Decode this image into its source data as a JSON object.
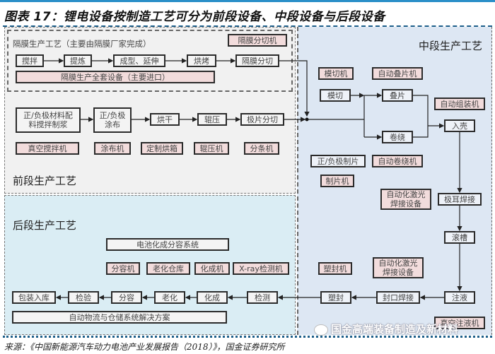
{
  "title": "图表 17：锂电设备按制造工艺可分为前段设备、中段设备与后段设备",
  "source": "来源：《中国新能源汽车动力电池产业发展报告（2018）》，国金证券研究所",
  "watermark": "国金高端装备制造及新材料",
  "colors": {
    "accent": "#2a8fc8",
    "equipment_fill": "#f2dcdc",
    "middle_bg": "#dde7f3",
    "back_bg": "#daedf4",
    "front_bg": "#f1f1f1"
  },
  "separator": {
    "label": "隔膜生产工艺（主要由隔膜厂家完成）",
    "equipment_top": "隔膜分切机",
    "steps": [
      "搅拌",
      "提炼",
      "成型、延伸",
      "烘烤",
      "隔膜分切"
    ],
    "equipment_bottom": "隔膜生产全套设备（主要进口）"
  },
  "front": {
    "label": "前段生产工艺",
    "steps": [
      "正/负极材料配料搅拌制浆",
      "正/负极涂布",
      "烘干",
      "辊压",
      "极片分切"
    ],
    "equipment": [
      "真空搅拌机",
      "涂布机",
      "定制烘箱",
      "辊压机",
      "分条机"
    ]
  },
  "middle": {
    "label": "中段生产工艺",
    "steps": {
      "die_cut": "模切",
      "stack": "叠片",
      "wind": "卷绕",
      "case": "入壳",
      "tab_weld": "极耳焊接",
      "groove": "滚槽",
      "inject": "注液",
      "seal_weld": "封口焊接",
      "plastic_seal": "塑封",
      "electrode": "正/负极制片"
    },
    "equipment": {
      "die_cutter": "模切机",
      "stacker": "自动叠片机",
      "assembler": "自动组装机",
      "winder": "自动卷绕机",
      "sheet_maker": "制片机",
      "laser_weld_1": "自动化激光焊接设备",
      "laser_weld_2": "自动化激光焊接设备",
      "sealer": "塑封机",
      "vacuum_injector": "真空注液机"
    }
  },
  "back": {
    "label": "后段生产工艺",
    "system": "电池化成分容系统",
    "equipment": [
      "分容机",
      "老化仓库",
      "化成机",
      "X-ray检测机"
    ],
    "steps": [
      "包装入库",
      "检验",
      "分容",
      "老化",
      "化成",
      "检测"
    ],
    "logistics": "自动物流与仓储系统解决方案"
  }
}
